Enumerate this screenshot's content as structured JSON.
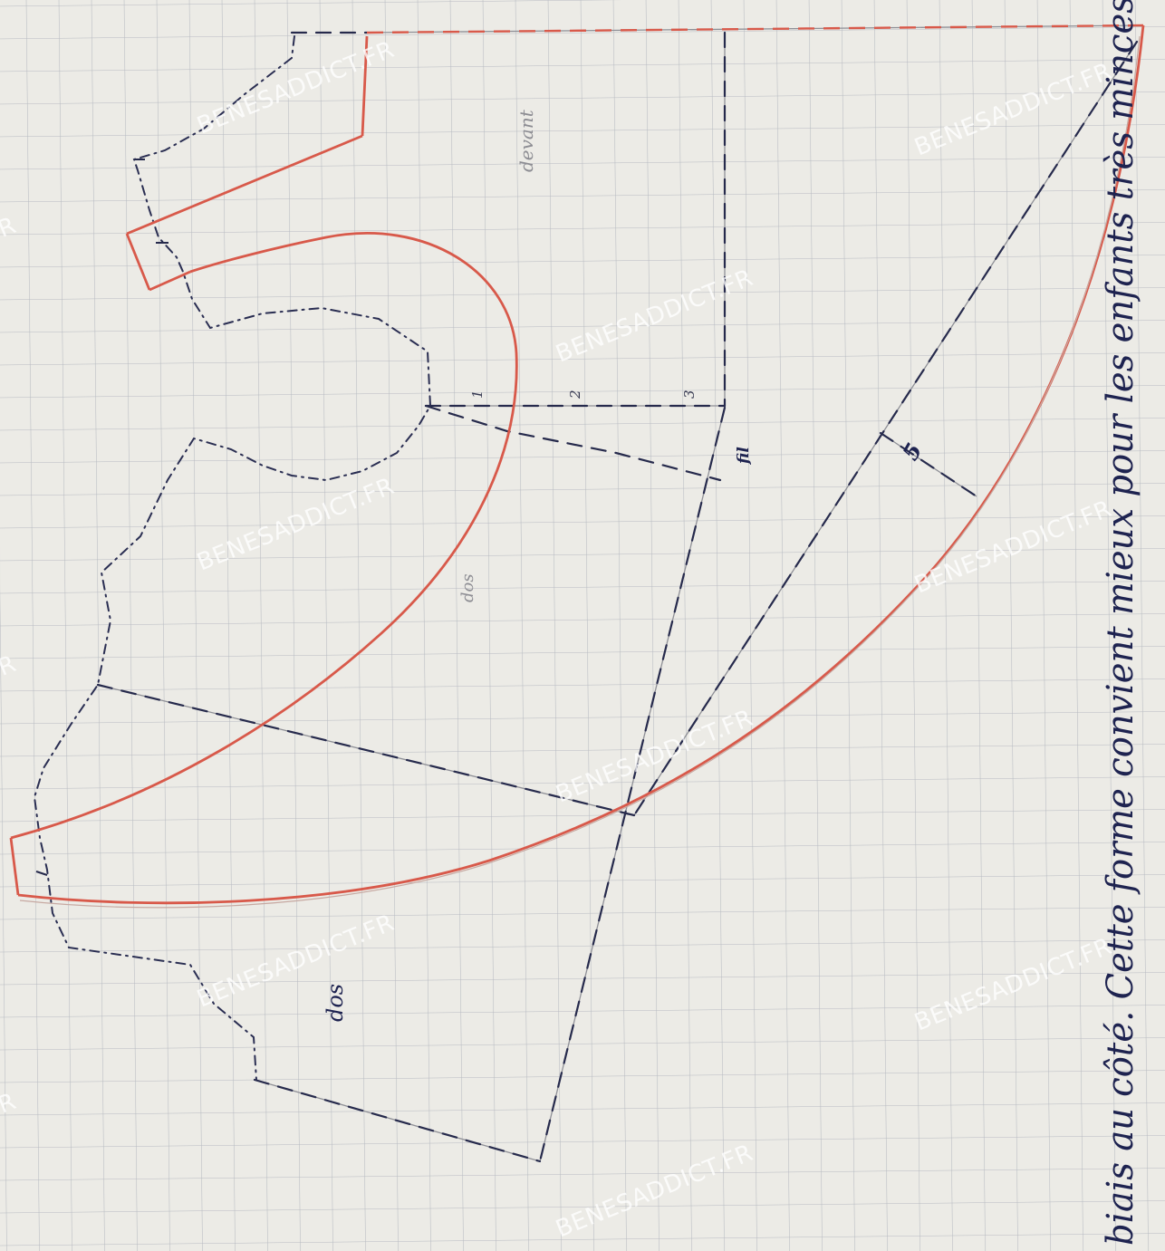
{
  "labels": {
    "devant": "devant",
    "dos_upper": "dos",
    "dos_lower": "dos",
    "fil": "fil",
    "measure_5": "5",
    "mark_1": "1",
    "mark_2": "2",
    "mark_3": "3"
  },
  "handwritten_note": "biais au côté. Cette forme convient mieux pour les enfants très minces",
  "watermark_text": "BENESADDICT.FR",
  "colors": {
    "paper": "#ecebe6",
    "grid": "#b4b7bf",
    "pencil": "#8e8f96",
    "ink": "#262a4c",
    "red": "#d8594a"
  }
}
